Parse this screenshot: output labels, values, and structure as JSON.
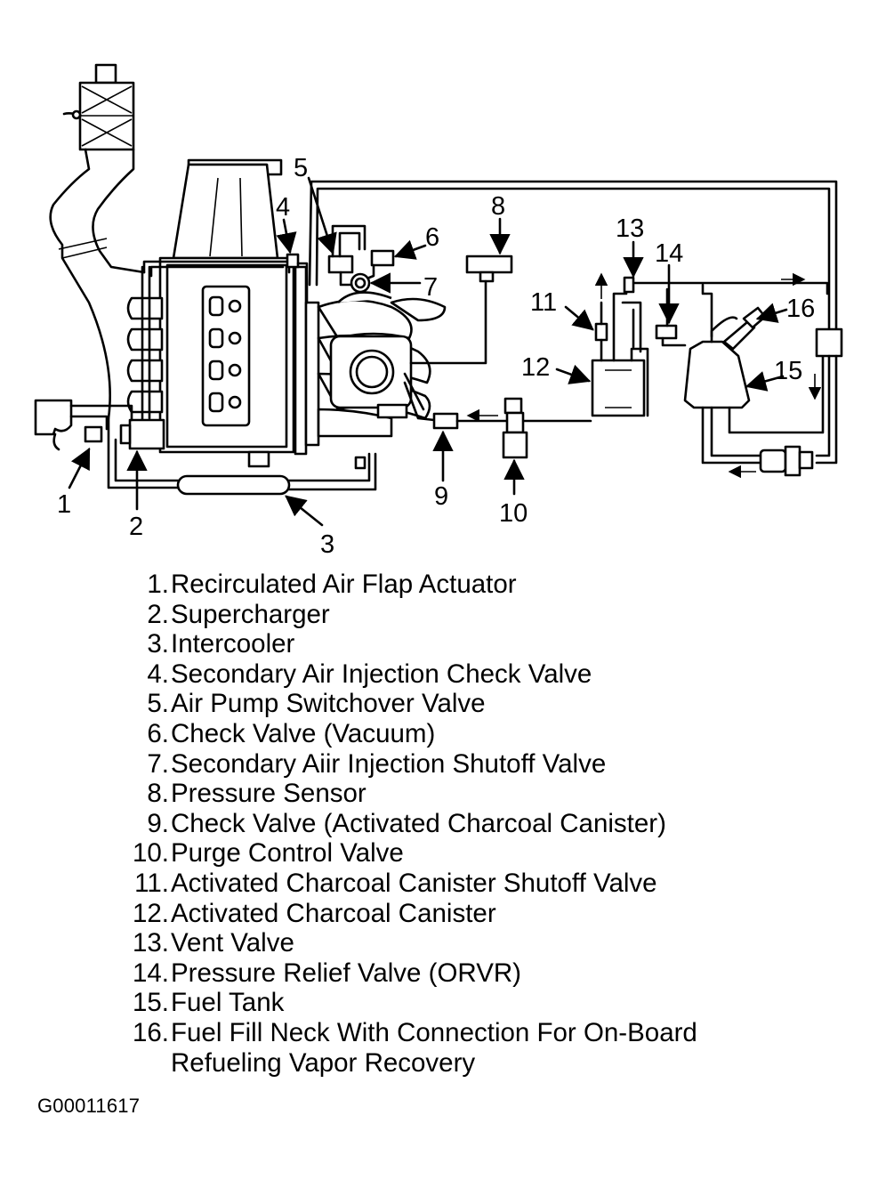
{
  "callouts": [
    "1",
    "2",
    "3",
    "4",
    "5",
    "6",
    "7",
    "8",
    "9",
    "10",
    "11",
    "12",
    "13",
    "14",
    "15",
    "16"
  ],
  "legend": [
    {
      "num": "1.",
      "text": "Recirculated Air Flap Actuator"
    },
    {
      "num": "2.",
      "text": "Supercharger"
    },
    {
      "num": "3.",
      "text": "Intercooler"
    },
    {
      "num": "4.",
      "text": "Secondary Air Injection Check Valve"
    },
    {
      "num": "5.",
      "text": "Air Pump Switchover Valve"
    },
    {
      "num": "6.",
      "text": "Check Valve (Vacuum)"
    },
    {
      "num": "7.",
      "text": "Secondary Aiir Injection Shutoff Valve"
    },
    {
      "num": "8.",
      "text": "Pressure Sensor"
    },
    {
      "num": "9.",
      "text": "Check Valve (Activated Charcoal Canister)"
    },
    {
      "num": "10.",
      "text": "Purge Control Valve"
    },
    {
      "num": "11.",
      "text": "Activated Charcoal Canister Shutoff Valve"
    },
    {
      "num": "12.",
      "text": "Activated Charcoal Canister"
    },
    {
      "num": "13.",
      "text": "Vent Valve"
    },
    {
      "num": "14.",
      "text": "Pressure Relief Valve (ORVR)"
    },
    {
      "num": "15.",
      "text": "Fuel Tank"
    },
    {
      "num": "16.",
      "text": "Fuel Fill Neck With Connection For On-Board"
    },
    {
      "num": "",
      "text": "Refueling Vapor Recovery"
    }
  ],
  "figure_id": "G00011617"
}
